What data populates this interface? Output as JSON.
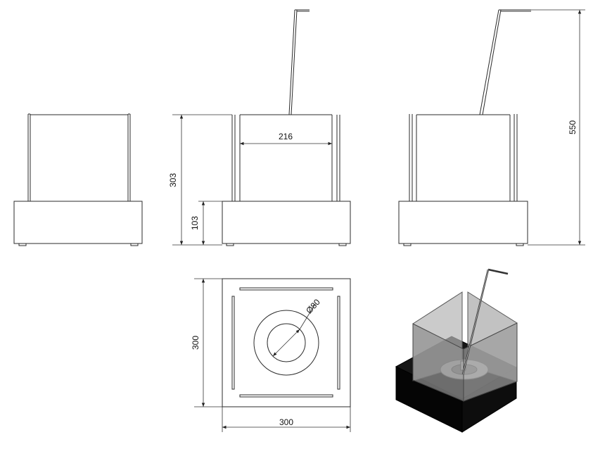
{
  "dimensions": {
    "glass_width": "216",
    "total_height": "303",
    "base_height": "103",
    "overall_height": "550",
    "burner_diameter": "Ø80",
    "depth": "300",
    "width": "300"
  },
  "colors": {
    "line": "#2b2b2b",
    "base_fill": "#0a0a0a",
    "glass_fill": "#9a9a9a",
    "glass_edge": "#555555"
  }
}
